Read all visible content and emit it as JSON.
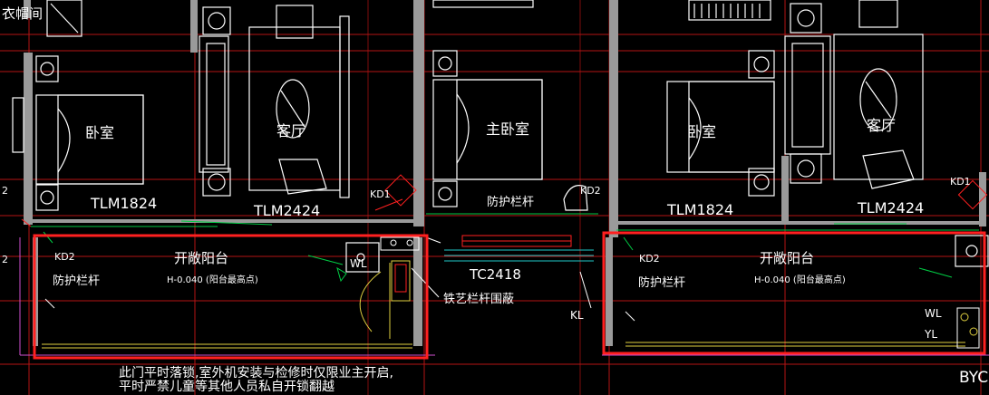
{
  "labels": {
    "cloakroom": "衣帽间",
    "bedroom_left": "卧室",
    "living_left": "客厅",
    "master_bedroom": "主卧室",
    "bedroom_right": "卧室",
    "living_right": "客厅",
    "tlm1824_left": "TLM1824",
    "tlm2424_left": "TLM2424",
    "tlm1824_right": "TLM1824",
    "tlm2424_right": "TLM2424",
    "kd1_left": "KD1",
    "kd2_mid": "KD2",
    "kd1_right": "KD1",
    "kd2_left": "KD2",
    "kd2_right": "KD2",
    "guardrail_top": "防护栏杆",
    "guardrail_left": "防护栏杆",
    "guardrail_right": "防护栏杆",
    "balcony_left": "开敞阳台",
    "balcony_right": "开敞阳台",
    "level_left": "H-0.040  (阳台最高点)",
    "level_right": "H-0.040  (阳台最高点)",
    "wl_left": "WL",
    "wl_right": "WL",
    "yl_right": "YL",
    "kl": "KL",
    "tc2418": "TC2418",
    "iron_fence": "铁艺栏杆围蔽",
    "note_line1": "此门平时落锁,室外机安装与检修时仅限业主开启,",
    "note_line2": "平时严禁儿童等其他人员私自开锁翻越",
    "byc": "BYC",
    "left_dim": "2",
    "left_dim2": "2"
  },
  "colors": {
    "background": "#000000",
    "walls": "#9a9a9a",
    "highlight_red": "#ff2020",
    "axis_red": "#b41414",
    "furniture": "#ffffff",
    "green": "#00cc44",
    "yellow": "#e0d040",
    "cyan": "#20c8c8",
    "magenta": "#d050d0"
  }
}
